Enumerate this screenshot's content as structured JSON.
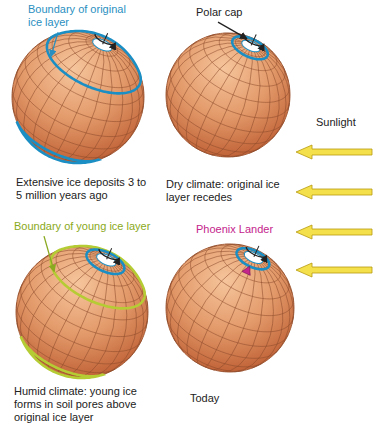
{
  "diagram": {
    "labels": [
      "Boundary of original ice layer",
      "Polar cap",
      "Extensive ice deposits 3 to 5 million years ago",
      "Dry climate: original ice layer recedes",
      "Sunlight",
      "Boundary of young ice layer",
      "Phoenix Lander",
      "Humid climate: young ice forms in soil pores above original ice layer",
      "Today"
    ]
  }
}
